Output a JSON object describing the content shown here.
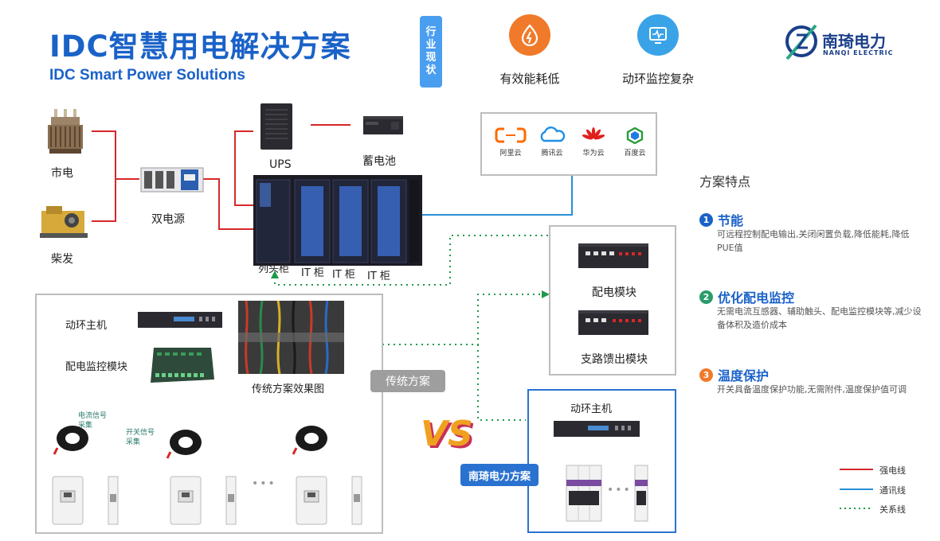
{
  "header": {
    "title": "IDC智慧用电解决方案",
    "subtitle": "IDC Smart Power Solutions",
    "industry_tag": [
      "行",
      "业",
      "现",
      "状"
    ],
    "problems": [
      {
        "label": "有效能耗低",
        "icon": "fire-drop-icon",
        "color": "#f07a2a"
      },
      {
        "label": "动环监控复杂",
        "icon": "monitor-pulse-icon",
        "color": "#3aa3e8"
      }
    ],
    "logo": {
      "cn": "南琦电力",
      "en": "NANQI ELECTRIC"
    }
  },
  "power_sources": {
    "grid": "市电",
    "generator": "柴发",
    "ats": "双电源"
  },
  "datacenter": {
    "ups": "UPS",
    "battery": "蓄电池",
    "cabinets": [
      "列头柜",
      "IT 柜",
      "IT 柜",
      "IT 柜"
    ]
  },
  "clouds": [
    {
      "label": "阿里云",
      "icon": "aliyun-logo-icon",
      "color": "#ff6a00"
    },
    {
      "label": "腾讯云",
      "icon": "tencent-cloud-icon",
      "color": "#1e90e6"
    },
    {
      "label": "华为云",
      "icon": "huawei-logo-icon",
      "color": "#e0201c"
    },
    {
      "label": "百度云",
      "icon": "baidu-cloud-icon",
      "color": "#2a9c3a"
    }
  ],
  "modules": {
    "distribution": "配电模块",
    "branch": "支路馈出模块"
  },
  "traditional": {
    "host": "动环主机",
    "monitor_module": "配电监控模块",
    "effect_caption": "传统方案效果图",
    "tag": "传统方案",
    "current_signal": [
      "电流信号",
      "采集"
    ],
    "switch_signal": [
      "开关信号",
      "采集"
    ],
    "ellipsis": "•••"
  },
  "nanqi": {
    "host": "动环主机",
    "tag": "南琦电力方案",
    "ellipsis": "•••"
  },
  "vs": "VS",
  "features": {
    "heading": "方案特点",
    "items": [
      {
        "num": "1",
        "title": "节能",
        "desc": "可远程控制配电输出,关闭闲置负载,降低能耗,降低PUE值",
        "color": "#1a62c8"
      },
      {
        "num": "2",
        "title": "优化配电监控",
        "desc": "无需电流互感器、辅助触头、配电监控模块等,减少设备体积及造价成本",
        "color": "#2a9c6a"
      },
      {
        "num": "3",
        "title": "温度保护",
        "desc": "开关具备温度保护功能,无需附件,温度保护值可调",
        "color": "#f07a2a"
      }
    ]
  },
  "legend": [
    {
      "label": "强电线",
      "color": "#d62828",
      "style": "solid"
    },
    {
      "label": "通讯线",
      "color": "#2a8fd8",
      "style": "solid"
    },
    {
      "label": "关系线",
      "color": "#1f9a4a",
      "style": "dotted"
    }
  ]
}
